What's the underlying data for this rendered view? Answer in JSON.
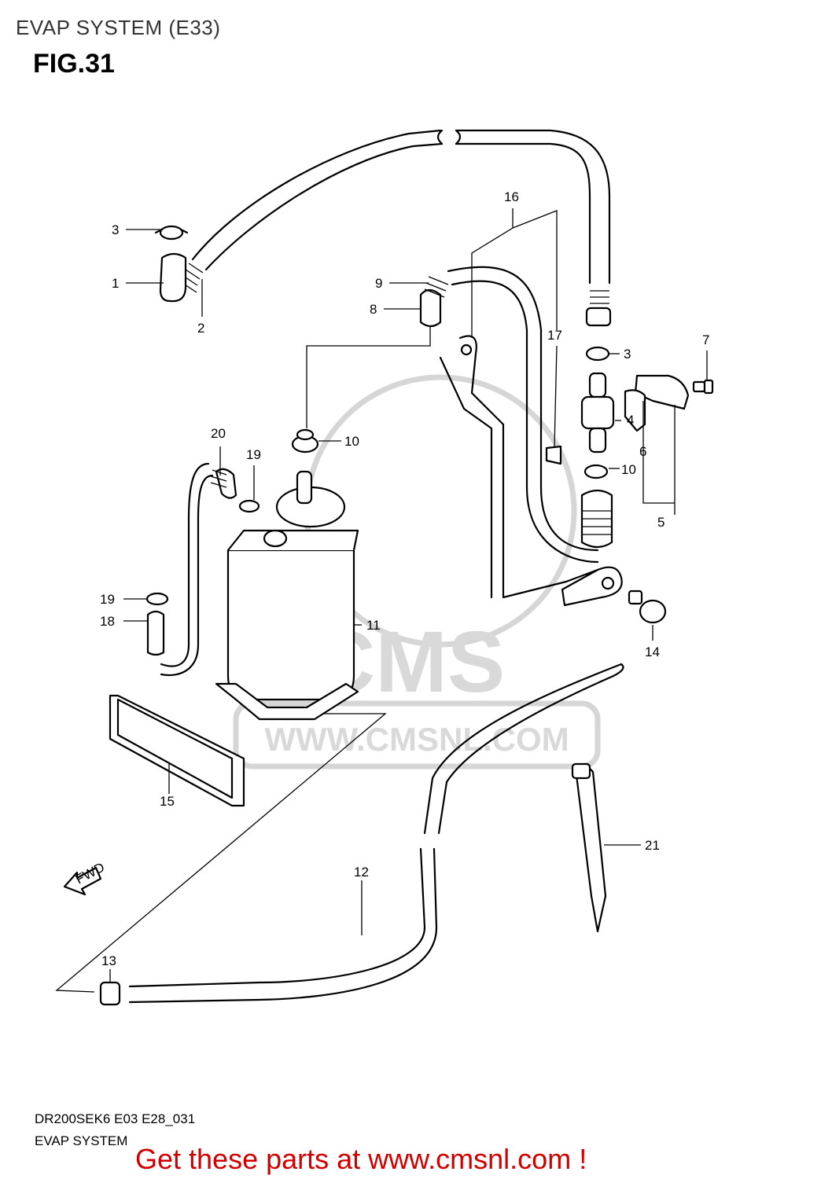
{
  "header": {
    "title": "EVAP SYSTEM (E33)"
  },
  "figure": {
    "label": "FIG.31"
  },
  "watermark": {
    "brand": "CMS",
    "url": "WWW.CMSNL.COM"
  },
  "fwd_arrow": {
    "label": "FWD"
  },
  "callouts": {
    "c1": "1",
    "c2": "2",
    "c3a": "3",
    "c3b": "3",
    "c4": "4",
    "c5": "5",
    "c6": "6",
    "c7": "7",
    "c8": "8",
    "c9": "9",
    "c10a": "10",
    "c10b": "10",
    "c11": "11",
    "c12": "12",
    "c13": "13",
    "c14": "14",
    "c15": "15",
    "c16": "16",
    "c17": "17",
    "c18": "18",
    "c19a": "19",
    "c19b": "19",
    "c20": "20",
    "c21": "21"
  },
  "footer": {
    "model_code": "DR200SEK6 E03 E28_031",
    "section_name": "EVAP SYSTEM",
    "call_to_action": "Get these parts at www.cmsnl.com !"
  },
  "colors": {
    "cta": "#d10000",
    "line": "#000000",
    "watermark": "#d6d6d6"
  }
}
